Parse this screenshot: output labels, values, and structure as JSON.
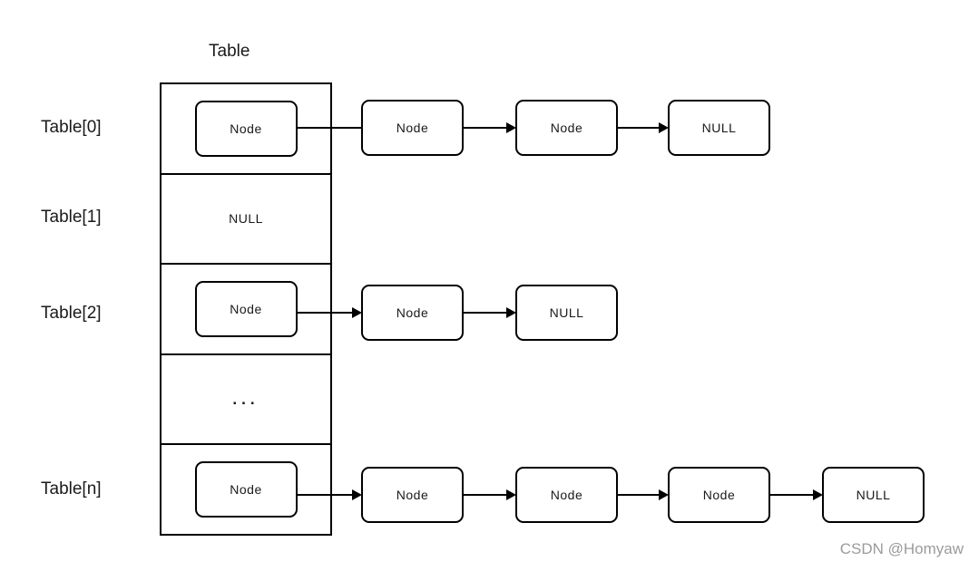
{
  "diagram": {
    "title": "Table",
    "row_labels": [
      "Table[0]",
      "Table[1]",
      "Table[2]",
      "Table[n]"
    ],
    "table_cells": {
      "row0": "Node",
      "row1": "NULL",
      "row2": "Node",
      "row3": "...",
      "row4": "Node"
    },
    "chains": {
      "row0": [
        "Node",
        "Node",
        "NULL"
      ],
      "row2": [
        "Node",
        "NULL"
      ],
      "row4": [
        "Node",
        "Node",
        "Node",
        "NULL"
      ]
    }
  },
  "watermark": "CSDN @Homyaw",
  "colors": {
    "stroke": "#000000",
    "text": "#1a1a1a",
    "watermark": "#9b9b9b",
    "background": "#ffffff"
  }
}
